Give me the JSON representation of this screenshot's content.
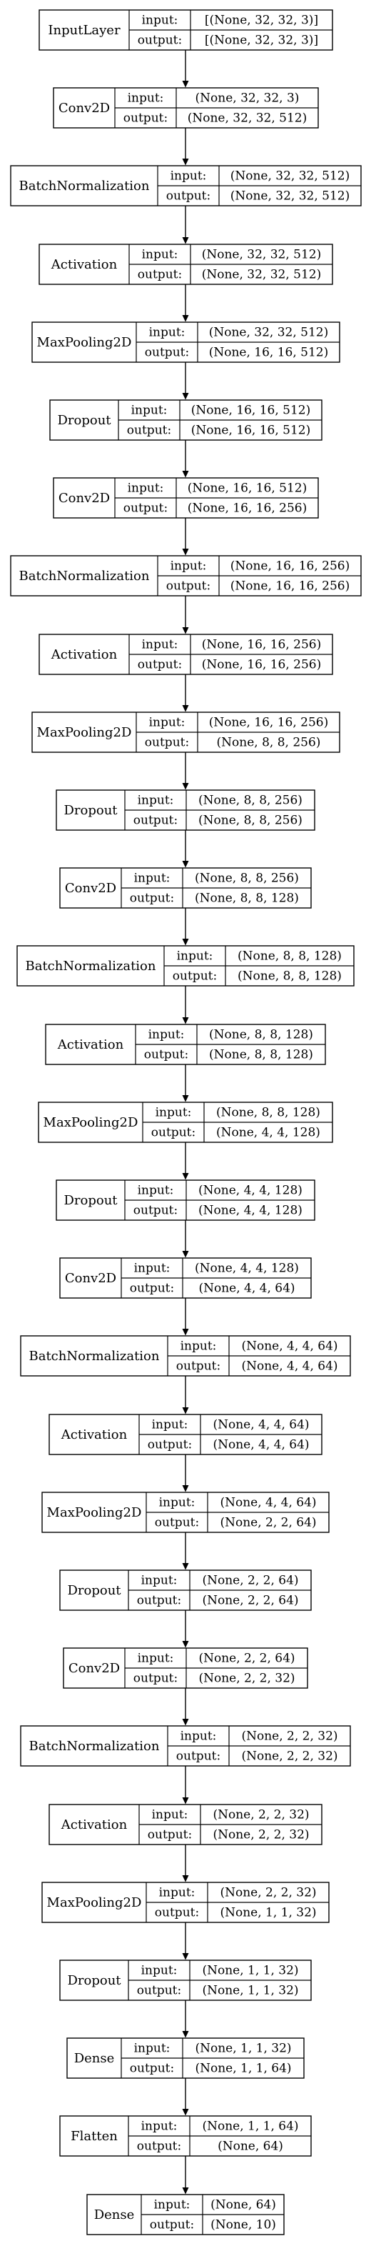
{
  "model_plot": {
    "io_labels": {
      "input": "input:",
      "output": "output:"
    },
    "layers": [
      {
        "name": "InputLayer",
        "input": "[(None, 32, 32, 3)]",
        "output": "[(None, 32, 32, 3)]"
      },
      {
        "name": "Conv2D",
        "input": "(None, 32, 32, 3)",
        "output": "(None, 32, 32, 512)"
      },
      {
        "name": "BatchNormalization",
        "input": "(None, 32, 32, 512)",
        "output": "(None, 32, 32, 512)"
      },
      {
        "name": "Activation",
        "input": "(None, 32, 32, 512)",
        "output": "(None, 32, 32, 512)"
      },
      {
        "name": "MaxPooling2D",
        "input": "(None, 32, 32, 512)",
        "output": "(None, 16, 16, 512)"
      },
      {
        "name": "Dropout",
        "input": "(None, 16, 16, 512)",
        "output": "(None, 16, 16, 512)"
      },
      {
        "name": "Conv2D",
        "input": "(None, 16, 16, 512)",
        "output": "(None, 16, 16, 256)"
      },
      {
        "name": "BatchNormalization",
        "input": "(None, 16, 16, 256)",
        "output": "(None, 16, 16, 256)"
      },
      {
        "name": "Activation",
        "input": "(None, 16, 16, 256)",
        "output": "(None, 16, 16, 256)"
      },
      {
        "name": "MaxPooling2D",
        "input": "(None, 16, 16, 256)",
        "output": "(None, 8, 8, 256)"
      },
      {
        "name": "Dropout",
        "input": "(None, 8, 8, 256)",
        "output": "(None, 8, 8, 256)"
      },
      {
        "name": "Conv2D",
        "input": "(None, 8, 8, 256)",
        "output": "(None, 8, 8, 128)"
      },
      {
        "name": "BatchNormalization",
        "input": "(None, 8, 8, 128)",
        "output": "(None, 8, 8, 128)"
      },
      {
        "name": "Activation",
        "input": "(None, 8, 8, 128)",
        "output": "(None, 8, 8, 128)"
      },
      {
        "name": "MaxPooling2D",
        "input": "(None, 8, 8, 128)",
        "output": "(None, 4, 4, 128)"
      },
      {
        "name": "Dropout",
        "input": "(None, 4, 4, 128)",
        "output": "(None, 4, 4, 128)"
      },
      {
        "name": "Conv2D",
        "input": "(None, 4, 4, 128)",
        "output": "(None, 4, 4, 64)"
      },
      {
        "name": "BatchNormalization",
        "input": "(None, 4, 4, 64)",
        "output": "(None, 4, 4, 64)"
      },
      {
        "name": "Activation",
        "input": "(None, 4, 4, 64)",
        "output": "(None, 4, 4, 64)"
      },
      {
        "name": "MaxPooling2D",
        "input": "(None, 4, 4, 64)",
        "output": "(None, 2, 2, 64)"
      },
      {
        "name": "Dropout",
        "input": "(None, 2, 2, 64)",
        "output": "(None, 2, 2, 64)"
      },
      {
        "name": "Conv2D",
        "input": "(None, 2, 2, 64)",
        "output": "(None, 2, 2, 32)"
      },
      {
        "name": "BatchNormalization",
        "input": "(None, 2, 2, 32)",
        "output": "(None, 2, 2, 32)"
      },
      {
        "name": "Activation",
        "input": "(None, 2, 2, 32)",
        "output": "(None, 2, 2, 32)"
      },
      {
        "name": "MaxPooling2D",
        "input": "(None, 2, 2, 32)",
        "output": "(None, 1, 1, 32)"
      },
      {
        "name": "Dropout",
        "input": "(None, 1, 1, 32)",
        "output": "(None, 1, 1, 32)"
      },
      {
        "name": "Dense",
        "input": "(None, 1, 1, 32)",
        "output": "(None, 1, 1, 64)"
      },
      {
        "name": "Flatten",
        "input": "(None, 1, 1, 64)",
        "output": "(None, 64)"
      },
      {
        "name": "Dense",
        "input": "(None, 64)",
        "output": "(None, 10)"
      }
    ]
  }
}
